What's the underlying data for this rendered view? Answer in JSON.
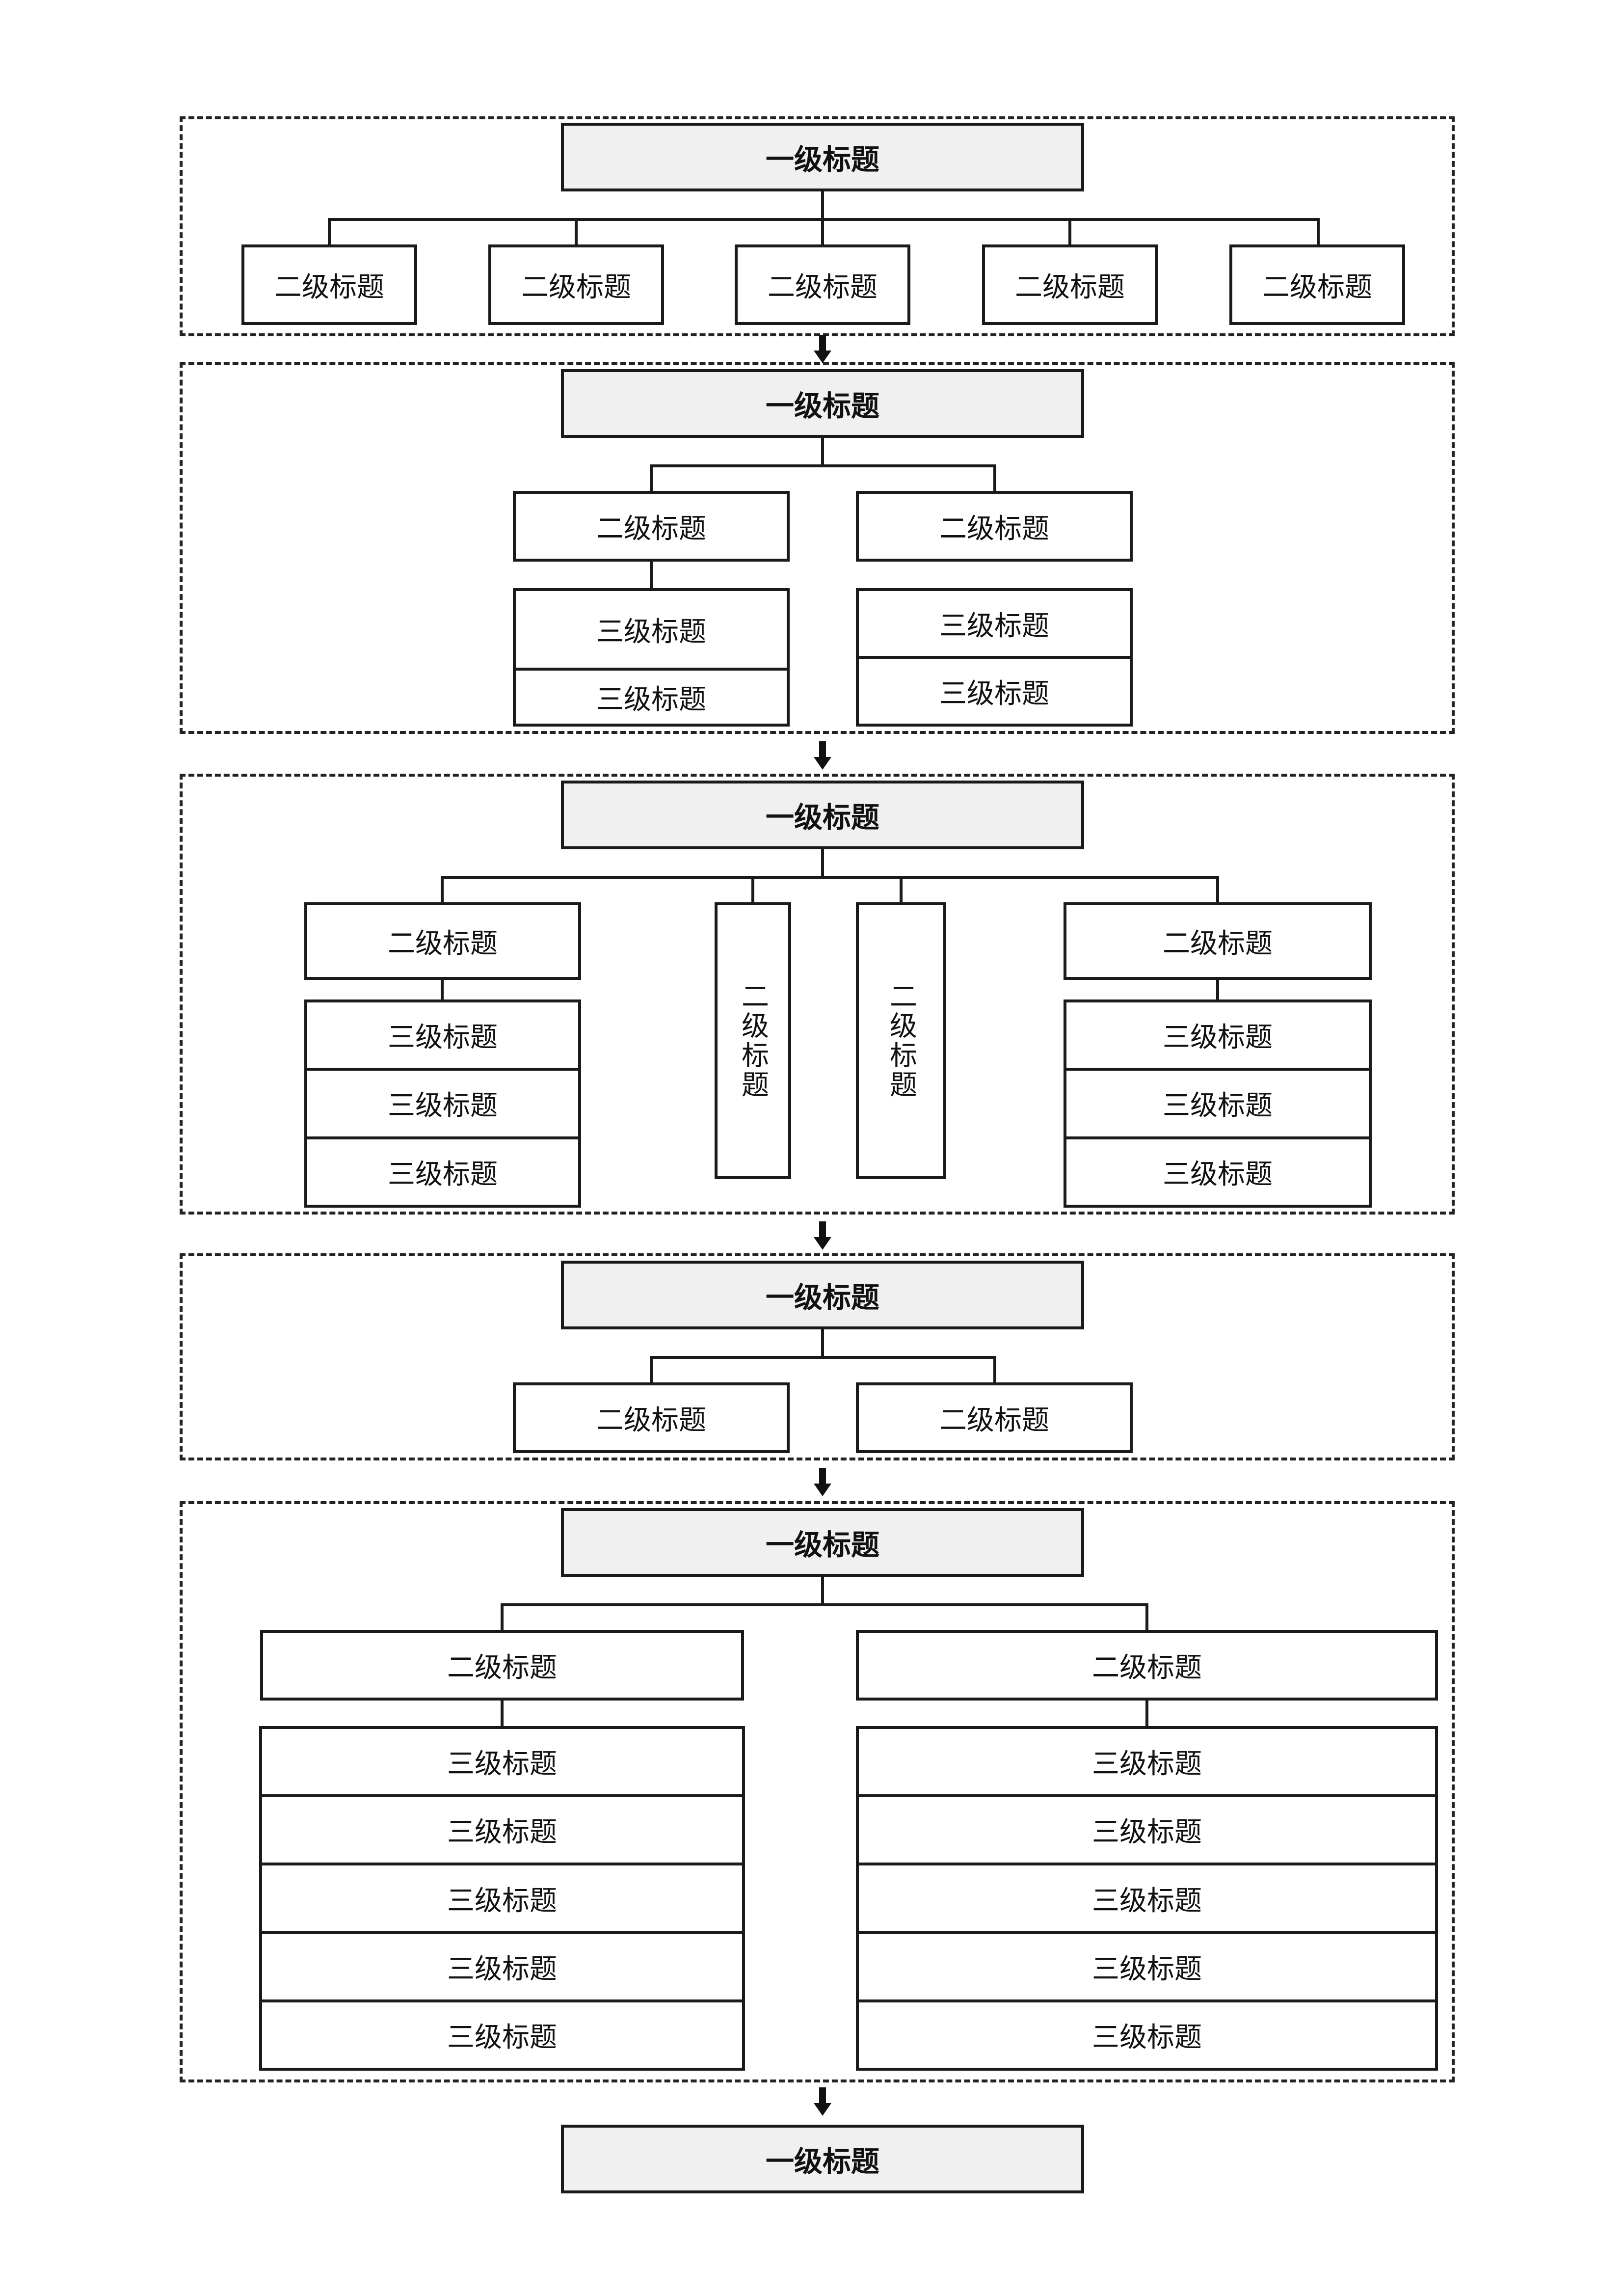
{
  "level1": "一级标题",
  "level2": "二级标题",
  "level3": "三级标题"
}
